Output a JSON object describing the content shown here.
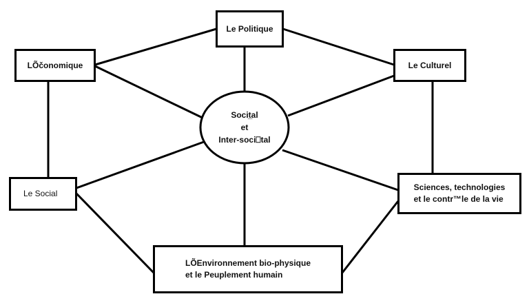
{
  "center": {
    "line1": "Socit̲al",
    "line2": "et",
    "line3": "Inter-soci⎕tal"
  },
  "nodes": {
    "politique": "Le Politique",
    "economique": "LÕčonomique",
    "culturel": "Le Culturel",
    "social": "Le Social",
    "sciences_1": "Sciences, technologies",
    "sciences_2": "et le contr™le de la vie",
    "environnement_1": "LÕEnvironnement bio-physique",
    "environnement_2": "et le Peuplement humain"
  }
}
